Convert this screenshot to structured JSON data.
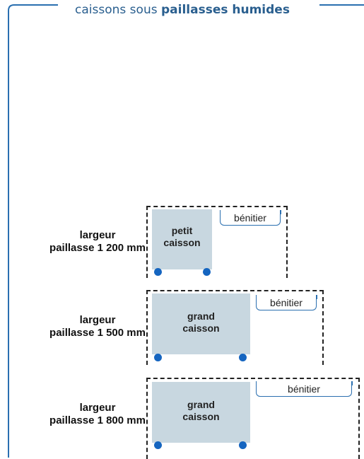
{
  "title": {
    "prefix": "caissons sous ",
    "bold": "paillasses humides"
  },
  "colors": {
    "frame": "#2a6fb0",
    "caisson": "#c8d7e0",
    "wheel": "#1565c0",
    "dash": "#222222"
  },
  "configurations": [
    {
      "width_line1": "largeur",
      "width_line2": "paillasse 1 200 mm",
      "caisson_line1": "petit",
      "caisson_line2": "caisson",
      "sink": "bénitier"
    },
    {
      "width_line1": "largeur",
      "width_line2": "paillasse 1 500 mm",
      "caisson_line1": "grand",
      "caisson_line2": "caisson",
      "sink": "bénitier"
    },
    {
      "width_line1": "largeur",
      "width_line2": "paillasse 1 800 mm",
      "caisson_line1": "grand",
      "caisson_line2": "caisson",
      "sink": "bénitier"
    }
  ]
}
